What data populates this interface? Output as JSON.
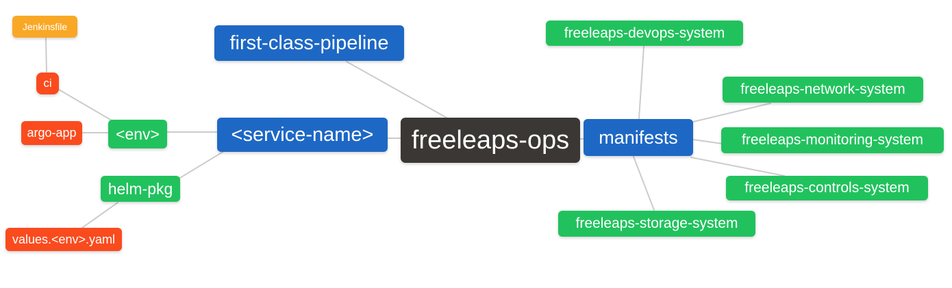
{
  "diagram": {
    "type": "mindmap",
    "root_label": "freeleaps-ops",
    "palette": {
      "orange": "#F9A825",
      "red": "#FA4B1E",
      "green": "#21C25D",
      "blue": "#1E68C5",
      "dark": "#3A3734",
      "edge_line": "#CCCCCC",
      "text": "#FFFFFF",
      "background": "#FFFFFF"
    },
    "nodes": [
      {
        "id": "jenkinsfile",
        "label": "Jenkinsfile",
        "color": "orange"
      },
      {
        "id": "ci",
        "label": "ci",
        "color": "red"
      },
      {
        "id": "argo-app",
        "label": "argo-app",
        "color": "red"
      },
      {
        "id": "env",
        "label": "<env>",
        "color": "green"
      },
      {
        "id": "helm-pkg",
        "label": "helm-pkg",
        "color": "green"
      },
      {
        "id": "values-env-yaml",
        "label": "values.<env>.yaml",
        "color": "red"
      },
      {
        "id": "first-class-pipeline",
        "label": "first-class-pipeline",
        "color": "blue"
      },
      {
        "id": "service-name",
        "label": "<service-name>",
        "color": "blue"
      },
      {
        "id": "freeleaps-ops",
        "label": "freeleaps-ops",
        "color": "dark"
      },
      {
        "id": "manifests",
        "label": "manifests",
        "color": "blue"
      },
      {
        "id": "freeleaps-devops-system",
        "label": "freeleaps-devops-system",
        "color": "green"
      },
      {
        "id": "freeleaps-network-system",
        "label": "freeleaps-network-system",
        "color": "green"
      },
      {
        "id": "freeleaps-monitoring-system",
        "label": "freeleaps-monitoring-system",
        "color": "green"
      },
      {
        "id": "freeleaps-controls-system",
        "label": "freeleaps-controls-system",
        "color": "green"
      },
      {
        "id": "freeleaps-storage-system",
        "label": "freeleaps-storage-system",
        "color": "green"
      }
    ],
    "edges": [
      {
        "from": "jenkinsfile",
        "to": "ci"
      },
      {
        "from": "ci",
        "to": "env"
      },
      {
        "from": "argo-app",
        "to": "env"
      },
      {
        "from": "env",
        "to": "service-name"
      },
      {
        "from": "helm-pkg",
        "to": "service-name"
      },
      {
        "from": "values-env-yaml",
        "to": "helm-pkg"
      },
      {
        "from": "first-class-pipeline",
        "to": "freeleaps-ops"
      },
      {
        "from": "service-name",
        "to": "freeleaps-ops"
      },
      {
        "from": "freeleaps-ops",
        "to": "manifests"
      },
      {
        "from": "manifests",
        "to": "freeleaps-devops-system"
      },
      {
        "from": "manifests",
        "to": "freeleaps-network-system"
      },
      {
        "from": "manifests",
        "to": "freeleaps-monitoring-system"
      },
      {
        "from": "manifests",
        "to": "freeleaps-controls-system"
      },
      {
        "from": "manifests",
        "to": "freeleaps-storage-system"
      }
    ]
  }
}
